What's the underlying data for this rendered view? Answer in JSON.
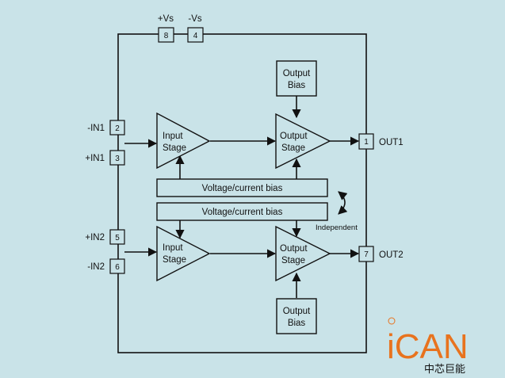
{
  "pins": {
    "vs_pos": {
      "label": "+Vs",
      "number": "8"
    },
    "vs_neg": {
      "label": "-Vs",
      "number": "4"
    },
    "in1_neg": {
      "label": "-IN1",
      "number": "2"
    },
    "in1_pos": {
      "label": "+IN1",
      "number": "3"
    },
    "in2_pos": {
      "label": "+IN2",
      "number": "5"
    },
    "in2_neg": {
      "label": "-IN2",
      "number": "6"
    },
    "out1": {
      "label": "OUT1",
      "number": "1"
    },
    "out2": {
      "label": "OUT2",
      "number": "7"
    }
  },
  "blocks": {
    "input_stage_1": [
      "Input",
      "Stage"
    ],
    "input_stage_2": [
      "Input",
      "Stage"
    ],
    "output_stage_1": [
      "Output",
      "Stage"
    ],
    "output_stage_2": [
      "Output",
      "Stage"
    ],
    "output_bias_1": [
      "Output",
      "Bias"
    ],
    "output_bias_2": [
      "Output",
      "Bias"
    ]
  },
  "bias_bars": {
    "top": "Voltage/current bias",
    "bottom": "Voltage/current bias",
    "note": "Independent"
  },
  "logo": {
    "text": "iCAN",
    "subtext": "中芯巨能",
    "color": "#e8731e"
  }
}
